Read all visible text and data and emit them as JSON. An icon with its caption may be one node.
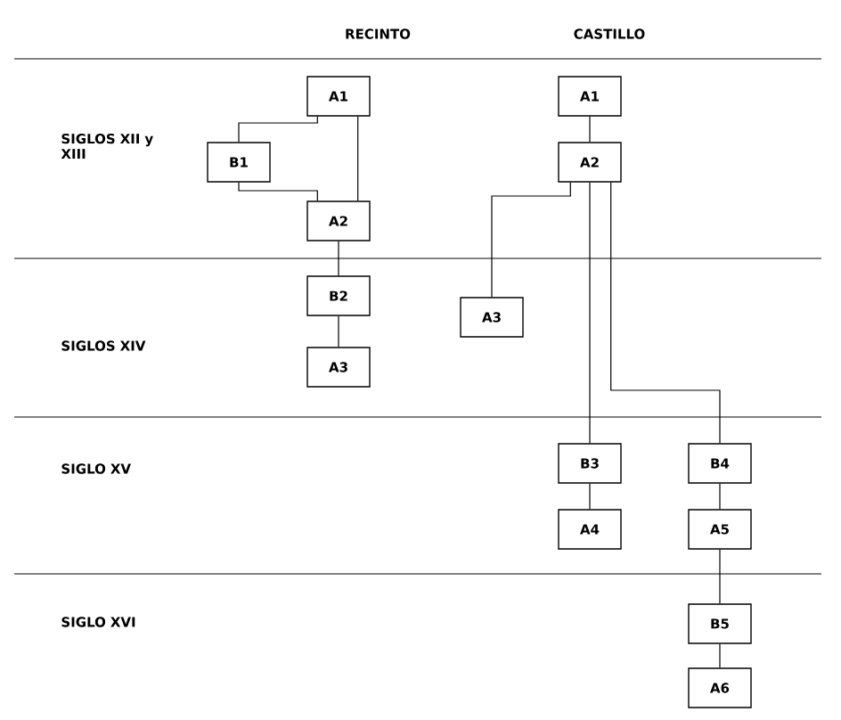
{
  "diagram": {
    "nodes": [
      {
        "text": [
          "A1"
        ]
      },
      {
        "text": [
          "B1"
        ]
      },
      {
        "text": [
          "A2"
        ]
      },
      {
        "text": [
          "B2"
        ]
      },
      {
        "text": [
          "A3"
        ]
      },
      {
        "text": [
          "A1"
        ]
      },
      {
        "text": [
          "A2"
        ]
      },
      {
        "text": [
          "A3"
        ]
      },
      {
        "text": [
          "B3"
        ]
      },
      {
        "text": [
          "B4"
        ]
      },
      {
        "text": [
          "A4"
        ]
      },
      {
        "text": [
          "A5"
        ]
      },
      {
        "text": [
          "B5"
        ]
      },
      {
        "text": [
          "A6"
        ]
      }
    ],
    "edges": [
      {
        "from": 0,
        "to": 1,
        "arrow": "none"
      },
      {
        "from": 1,
        "to": 2,
        "arrow": "none"
      },
      {
        "from": 0,
        "to": 2,
        "arrow": "none"
      },
      {
        "from": 2,
        "to": 3,
        "arrow": "none"
      },
      {
        "from": 3,
        "to": 4,
        "arrow": "none"
      },
      {
        "from": 5,
        "to": 6,
        "arrow": "none"
      },
      {
        "from": 6,
        "to": 7,
        "arrow": "none"
      },
      {
        "from": 6,
        "to": 8,
        "arrow": "none"
      },
      {
        "from": 6,
        "to": 9,
        "arrow": "none"
      },
      {
        "from": 8,
        "to": 10,
        "arrow": "none"
      },
      {
        "from": 9,
        "to": 11,
        "arrow": "none"
      },
      {
        "from": 11,
        "to": 12,
        "arrow": "none"
      },
      {
        "from": 12,
        "to": 13,
        "arrow": "none"
      }
    ],
    "labels": [
      "RECINTO",
      "CASTILLO",
      "SIGLOS XII y XIII",
      "SIGLOS XIV",
      "SIGLO XV",
      "SIGLO XVI"
    ]
  }
}
